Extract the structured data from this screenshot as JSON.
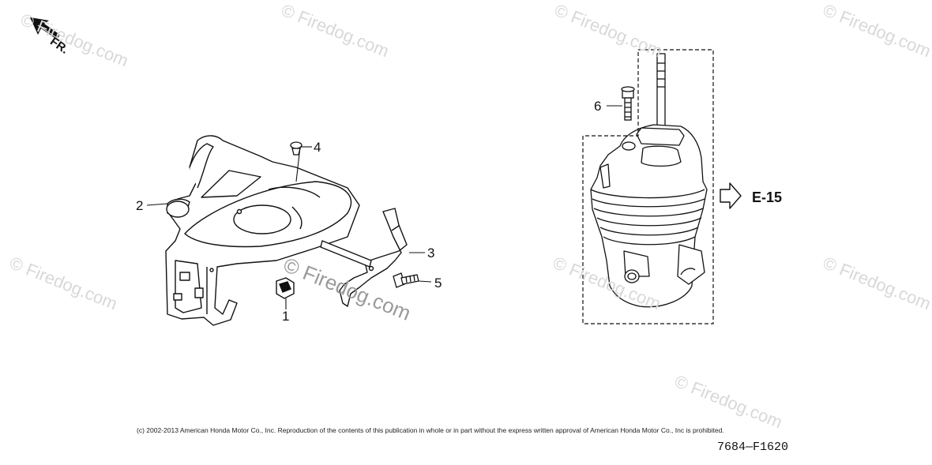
{
  "watermarks": [
    "© Firedog.com",
    "© Firedog.com",
    "© Firedog.com",
    "© Firedog.com",
    "© Firedog.com",
    "© Firedog.com",
    "© Firedog.com",
    "© Firedog.com"
  ],
  "center_watermark": "© Firedog.com",
  "direction_label": "FR.",
  "callouts": [
    "1",
    "2",
    "3",
    "4",
    "5",
    "6"
  ],
  "reference": "E-15",
  "copyright": "(c) 2002-2013 American Honda Motor Co., Inc. Reproduction of the contents of this publication in whole or in part without the express written approval of American Honda Motor Co., Inc is prohibited.",
  "figure_code": "7684—F1620",
  "colors": {
    "line": "#111111",
    "watermark": "#d8d8d8"
  }
}
